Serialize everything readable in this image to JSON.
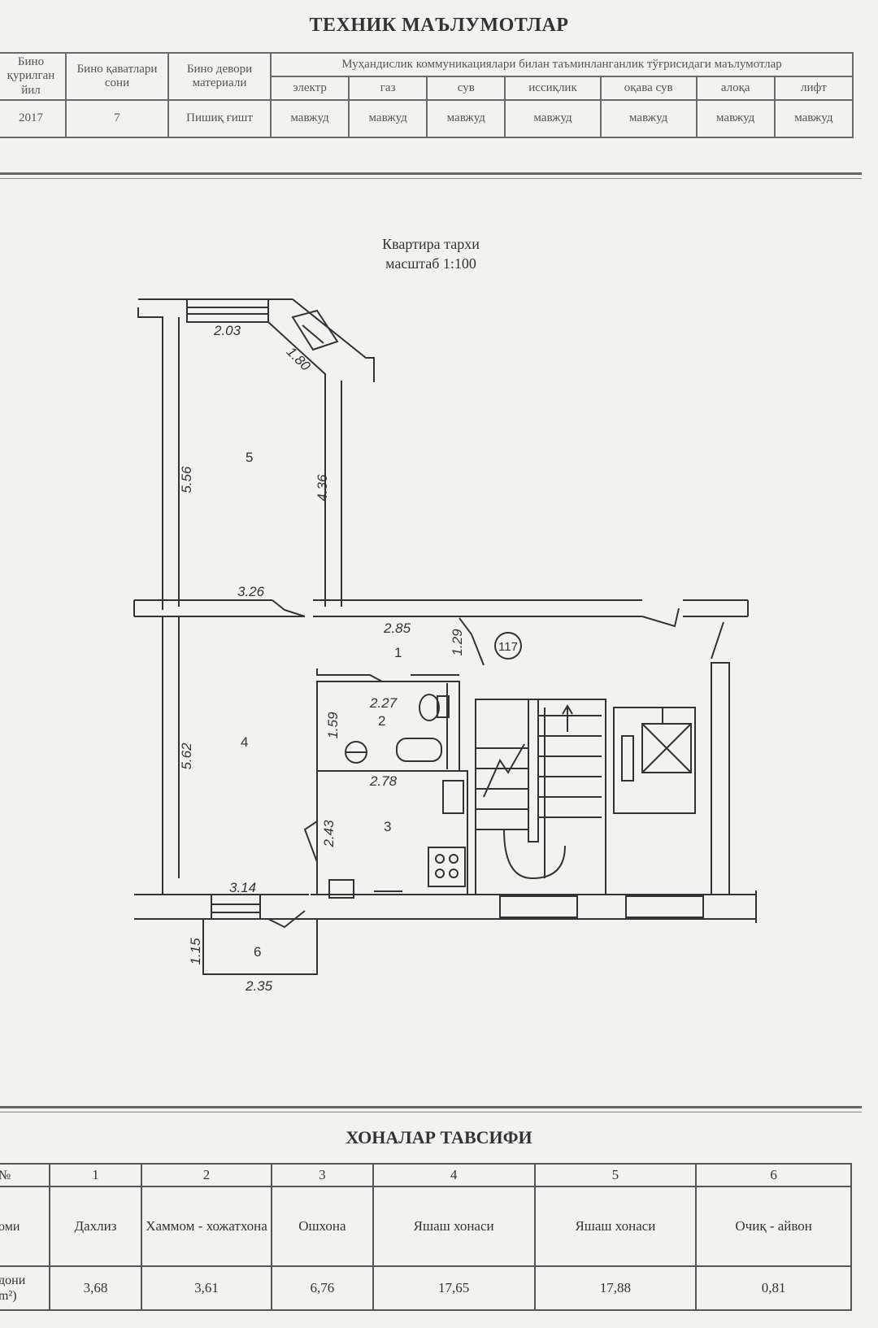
{
  "header": {
    "title": "ТЕХНИК МАЪЛУМОТЛАР"
  },
  "tech_table": {
    "col_year": "Бино қурилган йил",
    "col_floors": "Бино қаватлари сони",
    "col_material": "Бино девори материали",
    "col_utilities": "Муҳандислик коммуникациялари билан таъминланганлик тўғрисидаги маълумотлар",
    "utilities": [
      "электр",
      "газ",
      "сув",
      "иссиқлик",
      "оқава сув",
      "алоқа",
      "лифт"
    ],
    "values": {
      "year": "2017",
      "floors": "7",
      "material": "Пишиқ ғишт",
      "utilities": [
        "мавжуд",
        "мавжуд",
        "мавжуд",
        "мавжуд",
        "мавжуд",
        "мавжуд",
        "мавжуд"
      ]
    }
  },
  "plan": {
    "title": "Квартира тархи",
    "scale": "масштаб 1:100",
    "apartment_number": "117",
    "dimensions": {
      "d203": "2.03",
      "d180": "1.80",
      "d556": "5.56",
      "d436": "4.36",
      "d326": "3.26",
      "d285": "2.85",
      "d129": "1.29",
      "d227": "2.27",
      "d159": "1.59",
      "d278": "2.78",
      "d562": "5.62",
      "d243": "2.43",
      "d314": "3.14",
      "d115": "1.15",
      "d235": "2.35"
    },
    "room_labels": [
      "1",
      "2",
      "3",
      "4",
      "5",
      "6"
    ]
  },
  "rooms_section": {
    "title": "ХОНАЛАР ТАВСИФИ",
    "row_labels": {
      "number": "№",
      "name": "оми",
      "area": "дони m²)"
    },
    "rooms": [
      {
        "number": "1",
        "name": "Дахлиз",
        "area": "3,68"
      },
      {
        "number": "2",
        "name": "Хаммом - хожатхона",
        "area": "3,61"
      },
      {
        "number": "3",
        "name": "Ошхона",
        "area": "6,76"
      },
      {
        "number": "4",
        "name": "Яшаш хонаси",
        "area": "17,65"
      },
      {
        "number": "5",
        "name": "Яшаш хонаси",
        "area": "17,88"
      },
      {
        "number": "6",
        "name": "Очиқ - айвон",
        "area": "0,81"
      }
    ]
  }
}
